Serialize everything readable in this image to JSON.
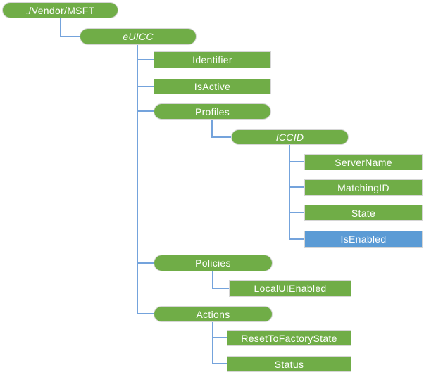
{
  "colors": {
    "green": "#70AD47",
    "blue": "#5B9BD5",
    "connector": "#74A3DC",
    "text": "#FFFFFF"
  },
  "diagram": {
    "type": "tree",
    "root": "./Vendor/MSFT"
  },
  "nodes": {
    "vendor_msft": {
      "label": "./Vendor/MSFT",
      "shape": "pill",
      "color": "green",
      "parent": null
    },
    "euicc": {
      "label": "eUICC",
      "shape": "pill",
      "color": "green",
      "parent": "./Vendor/MSFT",
      "italic": true
    },
    "identifier": {
      "label": "Identifier",
      "shape": "rect",
      "color": "green",
      "parent": "eUICC"
    },
    "isactive": {
      "label": "IsActive",
      "shape": "rect",
      "color": "green",
      "parent": "eUICC"
    },
    "profiles": {
      "label": "Profiles",
      "shape": "pill",
      "color": "green",
      "parent": "eUICC"
    },
    "iccid": {
      "label": "ICCID",
      "shape": "pill",
      "color": "green",
      "parent": "Profiles",
      "italic": true
    },
    "servername": {
      "label": "ServerName",
      "shape": "rect",
      "color": "green",
      "parent": "ICCID"
    },
    "matchingid": {
      "label": "MatchingID",
      "shape": "rect",
      "color": "green",
      "parent": "ICCID"
    },
    "state": {
      "label": "State",
      "shape": "rect",
      "color": "green",
      "parent": "ICCID"
    },
    "isenabled": {
      "label": "IsEnabled",
      "shape": "rect",
      "color": "blue",
      "parent": "ICCID"
    },
    "policies": {
      "label": "Policies",
      "shape": "pill",
      "color": "green",
      "parent": "eUICC"
    },
    "localuienabled": {
      "label": "LocalUIEnabled",
      "shape": "rect",
      "color": "green",
      "parent": "Policies"
    },
    "actions": {
      "label": "Actions",
      "shape": "pill",
      "color": "green",
      "parent": "eUICC"
    },
    "resettofactorystate": {
      "label": "ResetToFactoryState",
      "shape": "rect",
      "color": "green",
      "parent": "Actions"
    },
    "status": {
      "label": "Status",
      "shape": "rect",
      "color": "green",
      "parent": "Actions"
    }
  }
}
